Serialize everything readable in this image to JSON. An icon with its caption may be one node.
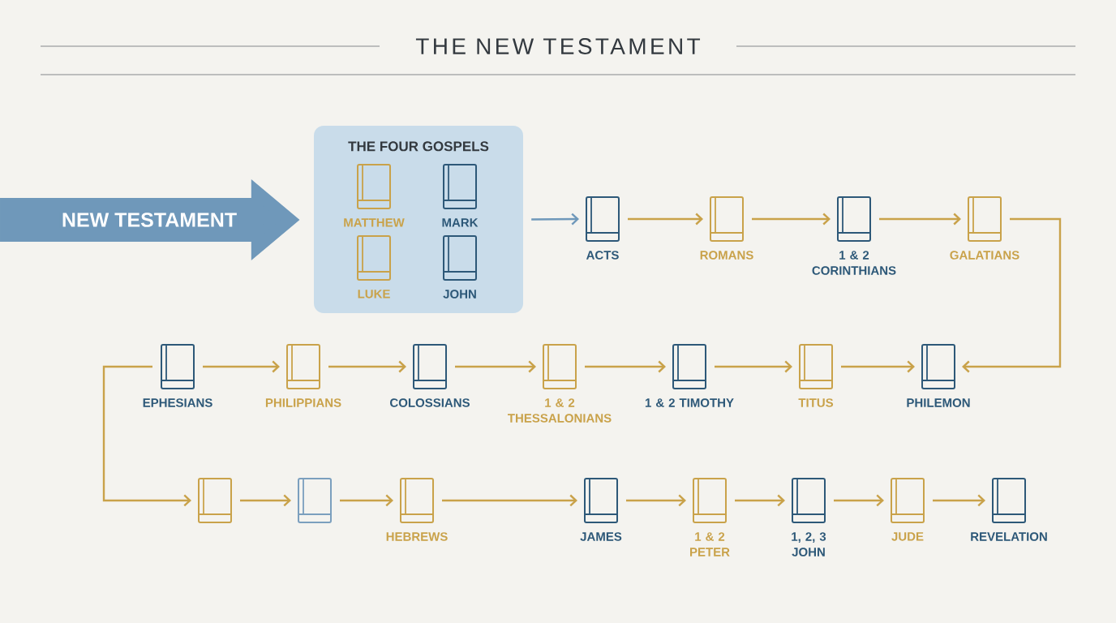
{
  "diagram": {
    "title": "THE NEW TESTAMENT",
    "nodes": [
      {
        "text": [
          "THE FOUR GOSPELS"
        ]
      },
      {
        "text": [
          "MATTHEW"
        ],
        "in": 0
      },
      {
        "text": [
          "MARK"
        ],
        "in": 0
      },
      {
        "text": [
          "LUKE"
        ],
        "in": 0
      },
      {
        "text": [
          "JOHN"
        ],
        "in": 0
      },
      {
        "text": [
          "ACTS"
        ]
      },
      {
        "text": [
          "ROMANS"
        ]
      },
      {
        "text": [
          "1 & 2 CORINTHIANS"
        ]
      },
      {
        "text": [
          "GALATIANS"
        ]
      },
      {
        "text": [
          "EPHESIANS"
        ]
      },
      {
        "text": [
          "PHILIPPIANS"
        ]
      },
      {
        "text": [
          "COLOSSIANS"
        ]
      },
      {
        "text": [
          "1 & 2 THESSALONIANS"
        ]
      },
      {
        "text": [
          "1 & 2 TIMOTHY"
        ]
      },
      {
        "text": [
          "TITUS"
        ]
      },
      {
        "text": [
          "PHILEMON"
        ]
      },
      {
        "text": [],
        "shape": "book"
      },
      {
        "text": [],
        "shape": "book"
      },
      {
        "text": [
          "HEBREWS"
        ]
      },
      {
        "text": [
          "JAMES"
        ]
      },
      {
        "text": [
          "1 & 2 PETER"
        ]
      },
      {
        "text": [
          "1, 2, 3 JOHN"
        ]
      },
      {
        "text": [
          "JUDE"
        ]
      },
      {
        "text": [
          "REVELATION"
        ]
      }
    ],
    "edges": [
      {
        "from": null,
        "to": 0,
        "arrow": "to",
        "label": "NEW TESTAMENT",
        "style": "thick",
        "color": "#6f98ba"
      },
      {
        "from": 0,
        "to": 5,
        "arrow": "to",
        "color": "#6f98ba"
      },
      {
        "from": 5,
        "to": 6,
        "arrow": "to"
      },
      {
        "from": 6,
        "to": 7,
        "arrow": "to"
      },
      {
        "from": 7,
        "to": 8,
        "arrow": "to"
      },
      {
        "from": 8,
        "to": 15,
        "arrow": "to"
      },
      {
        "from": 9,
        "to": 10,
        "arrow": "to"
      },
      {
        "from": 10,
        "to": 11,
        "arrow": "to"
      },
      {
        "from": 11,
        "to": 12,
        "arrow": "to"
      },
      {
        "from": 12,
        "to": 13,
        "arrow": "to"
      },
      {
        "from": 13,
        "to": 14,
        "arrow": "to"
      },
      {
        "from": 14,
        "to": 15,
        "arrow": "to"
      },
      {
        "from": 9,
        "to": 16,
        "arrow": "to"
      },
      {
        "from": 16,
        "to": 17,
        "arrow": "to"
      },
      {
        "from": 17,
        "to": 18,
        "arrow": "to"
      },
      {
        "from": 18,
        "to": 19,
        "arrow": "to"
      },
      {
        "from": 19,
        "to": 20,
        "arrow": "to"
      },
      {
        "from": 20,
        "to": 21,
        "arrow": "to"
      },
      {
        "from": 21,
        "to": 22,
        "arrow": "to"
      },
      {
        "from": 22,
        "to": 23,
        "arrow": "to"
      }
    ]
  }
}
